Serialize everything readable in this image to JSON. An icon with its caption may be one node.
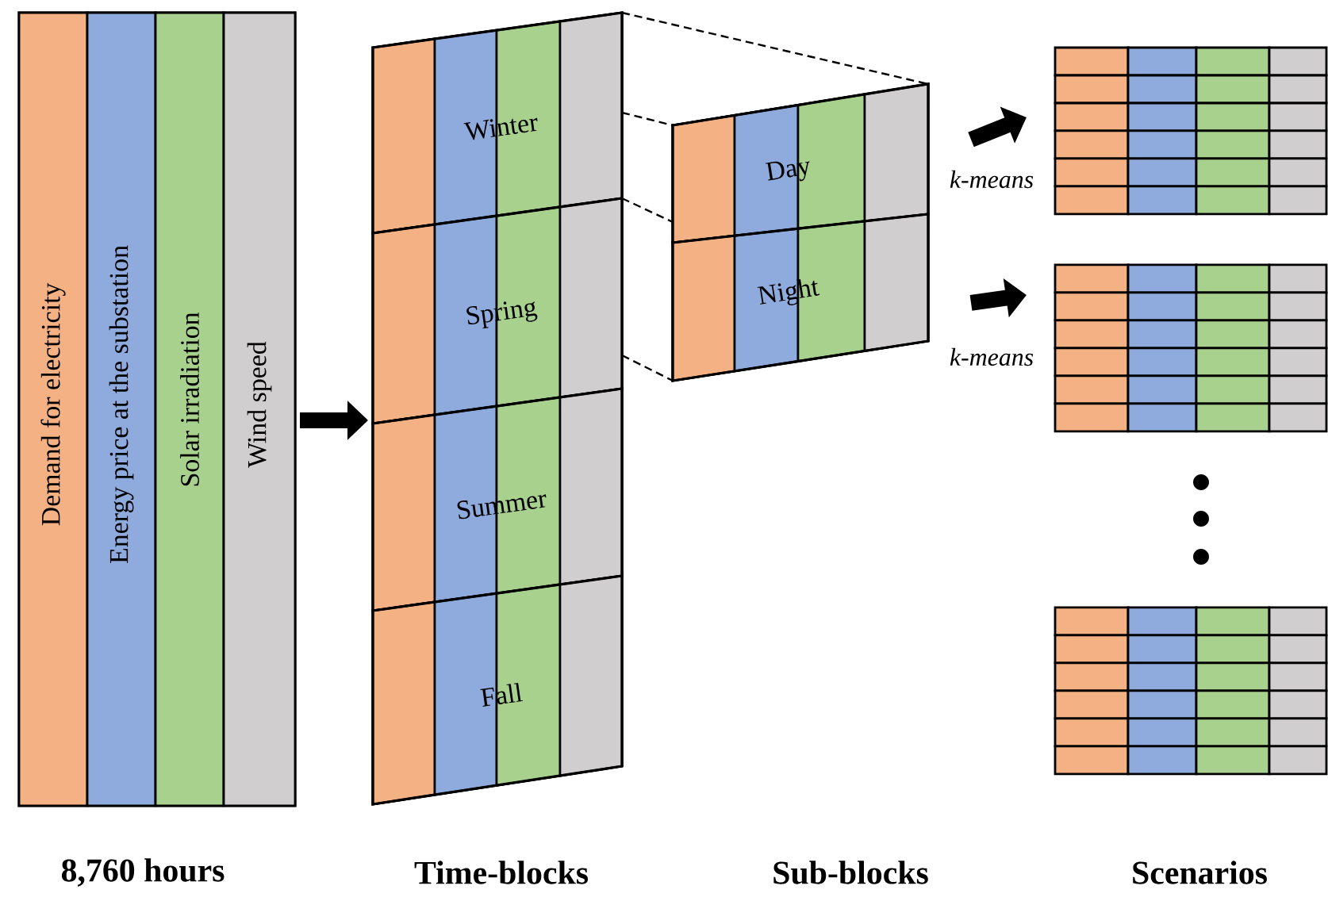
{
  "diagram": {
    "nodes": [
      {
        "text": [],
        "shape": "box"
      },
      {
        "text": [
          "Demand for electricity"
        ],
        "in": 0
      },
      {
        "text": [
          "Energy price at the substation"
        ],
        "in": 0
      },
      {
        "text": [
          "Solar irradiation"
        ],
        "in": 0
      },
      {
        "text": [
          "Wind speed"
        ],
        "in": 0
      },
      {
        "text": [],
        "shape": "box"
      },
      {
        "text": [
          "Winter"
        ],
        "in": 5
      },
      {
        "text": [
          "Spring"
        ],
        "in": 5
      },
      {
        "text": [
          "Summer"
        ],
        "in": 5
      },
      {
        "text": [
          "Fall"
        ],
        "in": 5
      },
      {
        "text": [],
        "shape": "box"
      },
      {
        "text": [
          "Day"
        ],
        "in": 10
      },
      {
        "text": [
          "Night"
        ],
        "in": 10
      },
      {
        "text": [],
        "shape": "box"
      },
      {
        "text": [],
        "shape": "box"
      },
      {
        "text": [],
        "shape": "box"
      }
    ],
    "edges": [
      {
        "from": 0,
        "to": 5,
        "arrow": "to",
        "style": "thick"
      },
      {
        "from": 6,
        "to": 10,
        "arrow": "none",
        "style": "dashed"
      },
      {
        "from": 6,
        "to": 10,
        "arrow": "none",
        "style": "dashed"
      },
      {
        "from": 6,
        "to": 10,
        "arrow": "none",
        "style": "dashed"
      },
      {
        "from": 7,
        "to": 10,
        "arrow": "none",
        "style": "dashed"
      },
      {
        "from": 11,
        "to": 13,
        "arrow": "to",
        "style": "thick",
        "label": "k-means"
      },
      {
        "from": 12,
        "to": 14,
        "arrow": "to",
        "style": "thick",
        "label": "k-means"
      }
    ],
    "labels": [
      "8,760 hours",
      "Time-blocks",
      "Sub-blocks",
      "Scenarios"
    ]
  }
}
